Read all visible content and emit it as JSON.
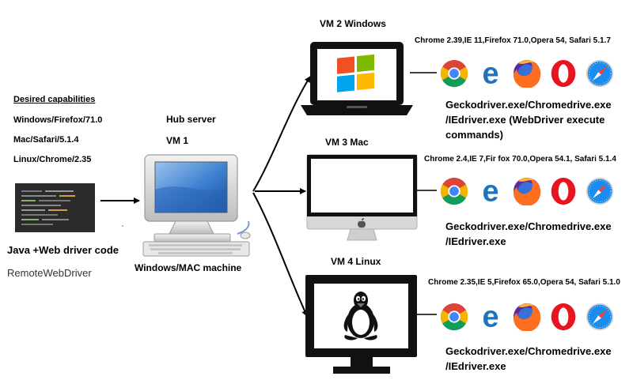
{
  "client": {
    "heading": "Desired capabilities",
    "capabilities": [
      "Windows/Firefox/71.0",
      "Mac/Safari/5.1.4",
      "Linux/Chrome/2.35"
    ],
    "code_label": "Java +Web driver code",
    "remote_label": "RemoteWebDriver"
  },
  "hub": {
    "title": "Hub server",
    "vm_label": "VM 1",
    "machine_label": "Windows/MAC machine"
  },
  "nodes": [
    {
      "title": "VM 2 Windows",
      "browsers": "Chrome 2.39,IE 11,Firefox 71.0,Opera 54, Safari 5.1.7",
      "drivers": [
        "Geckodriver.exe/Chromedrive.exe",
        "/IEdriver.exe (WebDriver execute",
        "commands)"
      ],
      "os_icon": "windows-logo-icon"
    },
    {
      "title": "VM 3 Mac",
      "browsers": "Chrome 2.4,IE 7,Fir fox 70.0,Opera 54.1, Safari 5.1.4",
      "drivers": [
        "Geckodriver.exe/Chromedrive.exe",
        "/IEdriver.exe"
      ],
      "os_icon": "apple-logo-icon"
    },
    {
      "title": "VM 4 Linux",
      "browsers": "Chrome 2.35,IE 5,Firefox 65.0,Opera 54, Safari 5.1.0",
      "drivers": [
        "Geckodriver.exe/Chromedrive.exe",
        "/IEdriver.exe"
      ],
      "os_icon": "tux-linux-icon"
    }
  ],
  "browser_icons": [
    "chrome-icon",
    "edge-ie-icon",
    "firefox-icon",
    "opera-icon",
    "safari-icon"
  ],
  "colors": {
    "chrome_red": "#db4437",
    "chrome_yellow": "#f4b400",
    "chrome_green": "#0f9d58",
    "chrome_blue": "#4285f4",
    "edge_blue": "#1e73be",
    "firefox_orange": "#ff6d1f",
    "firefox_purple": "#5b2aa0",
    "opera_red": "#e8141f",
    "safari_blue": "#1a8cf0",
    "monitor_blue": "#3b7fd0"
  }
}
